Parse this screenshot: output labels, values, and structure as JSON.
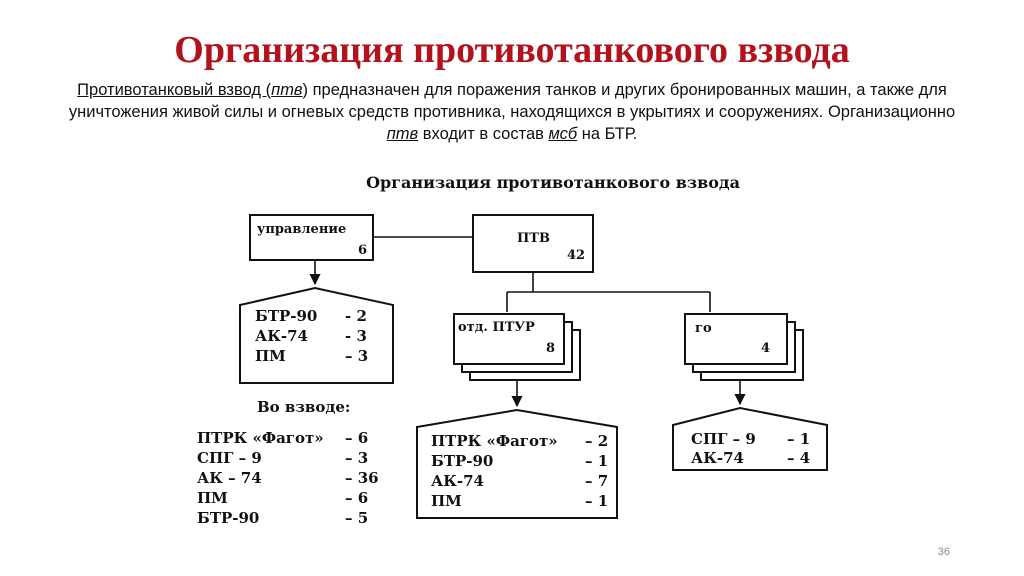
{
  "slide": {
    "title": "Организация противотанкового взвода",
    "intro_lead": "Противотанковый взвод (",
    "intro_abbr1": "птв",
    "intro_mid": ") предназначен для поражения танков и других бронированных машин, а также для уничтожения живой силы и огневых средств противника, находящихся в укрытиях и сооружениях. Организационно ",
    "intro_abbr2": "птв",
    "intro_mid2": " входит в состав ",
    "intro_abbr3": "мсб",
    "intro_end": " на БТР.",
    "slide_number": "36"
  },
  "diagram": {
    "title": "Организация противотанкового взвода",
    "upravlenie": {
      "label": "управление",
      "count": "6"
    },
    "ptv": {
      "label": "ПТВ",
      "count": "42"
    },
    "otd_ptur": {
      "label": "отд. ПТУР",
      "count": "8"
    },
    "go": {
      "label": "го",
      "count": "4"
    },
    "upr_items": [
      {
        "name": "БТР-90",
        "value": "- 2"
      },
      {
        "name": "АК-74",
        "value": "- 3"
      },
      {
        "name": "ПМ",
        "value": "– 3"
      }
    ],
    "ptur_items": [
      {
        "name": "ПТРК «Фагот»",
        "value": "– 2"
      },
      {
        "name": "БТР-90",
        "value": "– 1"
      },
      {
        "name": "АК-74",
        "value": "– 7"
      },
      {
        "name": "ПМ",
        "value": "– 1"
      }
    ],
    "go_items": [
      {
        "name": "СПГ – 9",
        "value": "– 1"
      },
      {
        "name": "АК-74",
        "value": "– 4"
      }
    ],
    "total_heading": "Во взводе:",
    "total_items": [
      {
        "name": "ПТРК «Фагот»",
        "value": "– 6"
      },
      {
        "name": "СПГ – 9",
        "value": "– 3"
      },
      {
        "name": "АК – 74",
        "value": "– 36"
      },
      {
        "name": "ПМ",
        "value": "– 6"
      },
      {
        "name": "БТР-90",
        "value": "– 5"
      }
    ]
  }
}
